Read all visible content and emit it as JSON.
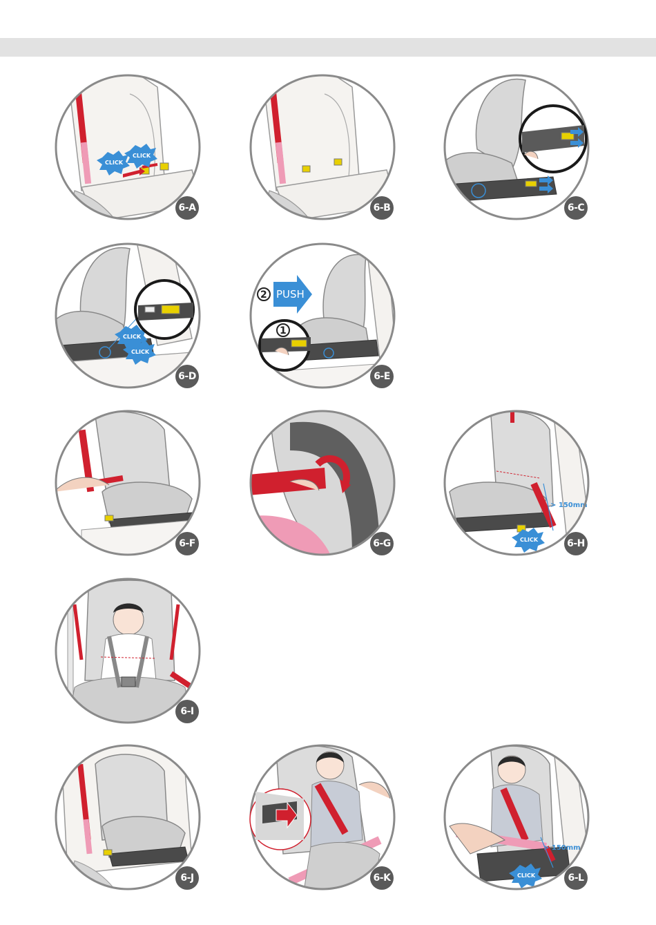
{
  "panels": {
    "a": {
      "label": "6-A",
      "click1": "CLICK",
      "click2": "CLICK"
    },
    "b": {
      "label": "6-B"
    },
    "c": {
      "label": "6-C"
    },
    "d": {
      "label": "6-D",
      "click1": "CLICK",
      "click2": "CLICK"
    },
    "e": {
      "label": "6-E",
      "push": "PUSH",
      "step1": "1",
      "step2": "2"
    },
    "f": {
      "label": "6-F"
    },
    "g": {
      "label": "6-G"
    },
    "h": {
      "label": "6-H",
      "measure": "> 150mm",
      "click": "CLICK"
    },
    "i": {
      "label": "6-I"
    },
    "j": {
      "label": "6-J"
    },
    "k": {
      "label": "6-K"
    },
    "l": {
      "label": "6-L",
      "measure": "> 150mm",
      "click": "CLICK"
    }
  },
  "colors": {
    "outline": "#8a8a8a",
    "seat": "#d8d8d8",
    "belt_red": "#d0202e",
    "belt_pink": "#ef9bb6",
    "connector_yellow": "#e8d000",
    "arrow_blue": "#3a8fd6",
    "badge": "#5a5a5a"
  }
}
